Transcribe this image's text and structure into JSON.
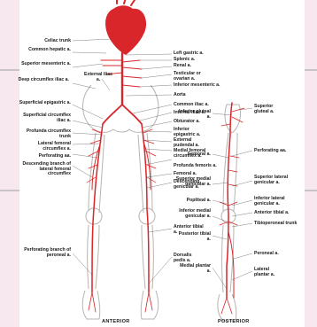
{
  "colors": {
    "artery": "#d8262a",
    "bone": "#b7b4b0",
    "background": "#f6e8ee"
  },
  "anterior": {
    "title": "ANTERIOR",
    "left_labels": [
      "Celiac trunk",
      "Common hepatic a.",
      "Superior mesenteric a.",
      "Deep circumflex iliac a.",
      "External iliac a.",
      "Superficial epigastric a.",
      "Superficial circumflex iliac a.",
      "Profunda circumflex trunk",
      "Lateral femoral circumflex a.",
      "Perforating aa.",
      "Descending branch of lateral femoral circumflex",
      "Perforating branch of peroneal a."
    ],
    "right_labels": [
      "Left gastric a.",
      "Splenic a.",
      "Renal a.",
      "Testicular or ovarian a.",
      "Inferior mesenteric a.",
      "Aorta",
      "Common iliac a.",
      "Internal iliac a.",
      "Obturator a.",
      "Inferior epigastric a.",
      "External pudendal a.",
      "Medial femoral circumflex a.",
      "Profunda femoris a.",
      "Femoral a.",
      "Descending genicular a.",
      "Anterior tibial a.",
      "Dorsalis pedis a."
    ]
  },
  "posterior": {
    "title": "POSTERIOR",
    "left_labels": [
      "Inferior gluteal a.",
      "Femoral a.",
      "Superior medial genicular a.",
      "Popliteal a.",
      "Inferior medial genicular a.",
      "Posterior tibial a.",
      "Medial plantar a."
    ],
    "right_labels": [
      "Superior gluteal a.",
      "Perforating aa.",
      "Superior lateral genicular a.",
      "Inferior lateral genicular a.",
      "Anterior tibial a.",
      "Tibioperoneal trunk",
      "Peroneal a.",
      "Lateral plantar a."
    ]
  }
}
